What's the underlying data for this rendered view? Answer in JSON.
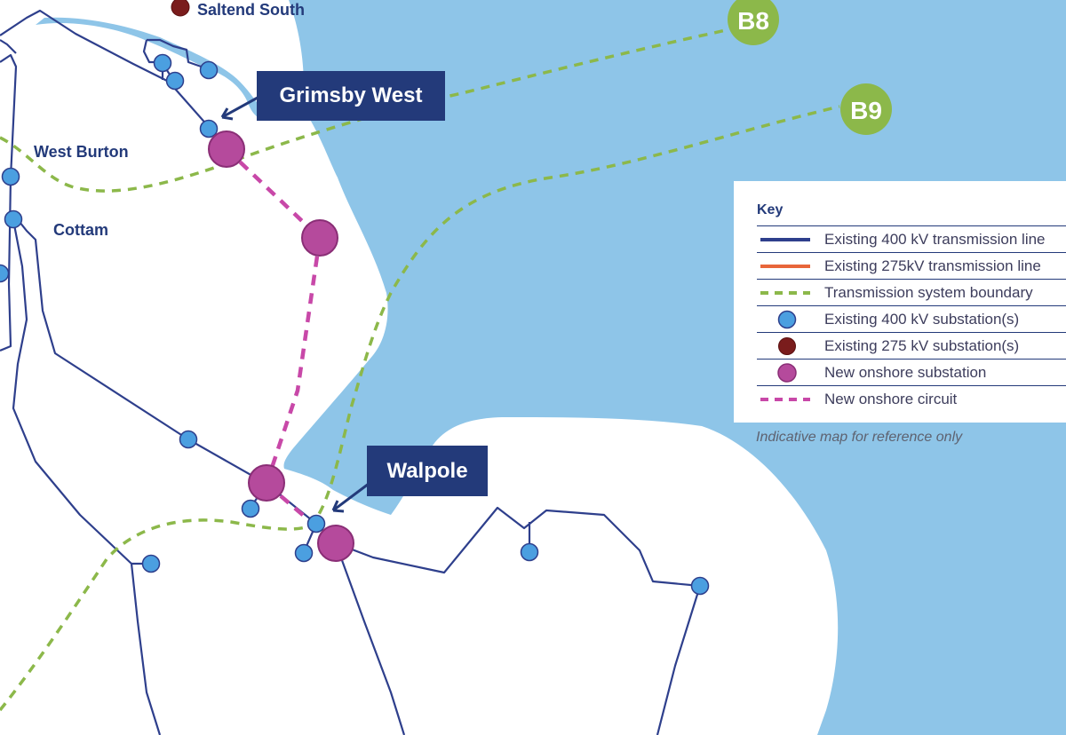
{
  "colors": {
    "sea": "#8ec5e8",
    "land": "#ffffff",
    "line_400kv": "#2e3f8c",
    "line_275kv": "#e8663a",
    "boundary": "#8cb84a",
    "substation_400": "#4b9fe0",
    "substation_275": "#7a1c1c",
    "new_substation": "#b54a9c",
    "new_circuit": "#c848a8",
    "callout_bg": "#233a7a",
    "boundary_badge": "#8cb84a"
  },
  "labels": {
    "saltend_south": "Saltend South",
    "west_burton": "West Burton",
    "cottam": "Cottam"
  },
  "callouts": {
    "grimsby_west": "Grimsby West",
    "walpole": "Walpole"
  },
  "boundaries": {
    "b8": "B8",
    "b9": "B9"
  },
  "key": {
    "title": "Key",
    "items": [
      {
        "label": "Existing 400 kV transmission line",
        "symbol": "line-400kv"
      },
      {
        "label": "Existing 275kV transmission line",
        "symbol": "line-275kv"
      },
      {
        "label": "Transmission system boundary",
        "symbol": "boundary-dashed"
      },
      {
        "label": "Existing 400 kV substation(s)",
        "symbol": "substation-400"
      },
      {
        "label": "Existing 275 kV substation(s)",
        "symbol": "substation-275"
      },
      {
        "label": "New onshore substation",
        "symbol": "new-substation"
      },
      {
        "label": "New onshore circuit",
        "symbol": "new-circuit"
      }
    ],
    "disclaimer": "Indicative map for reference only"
  }
}
